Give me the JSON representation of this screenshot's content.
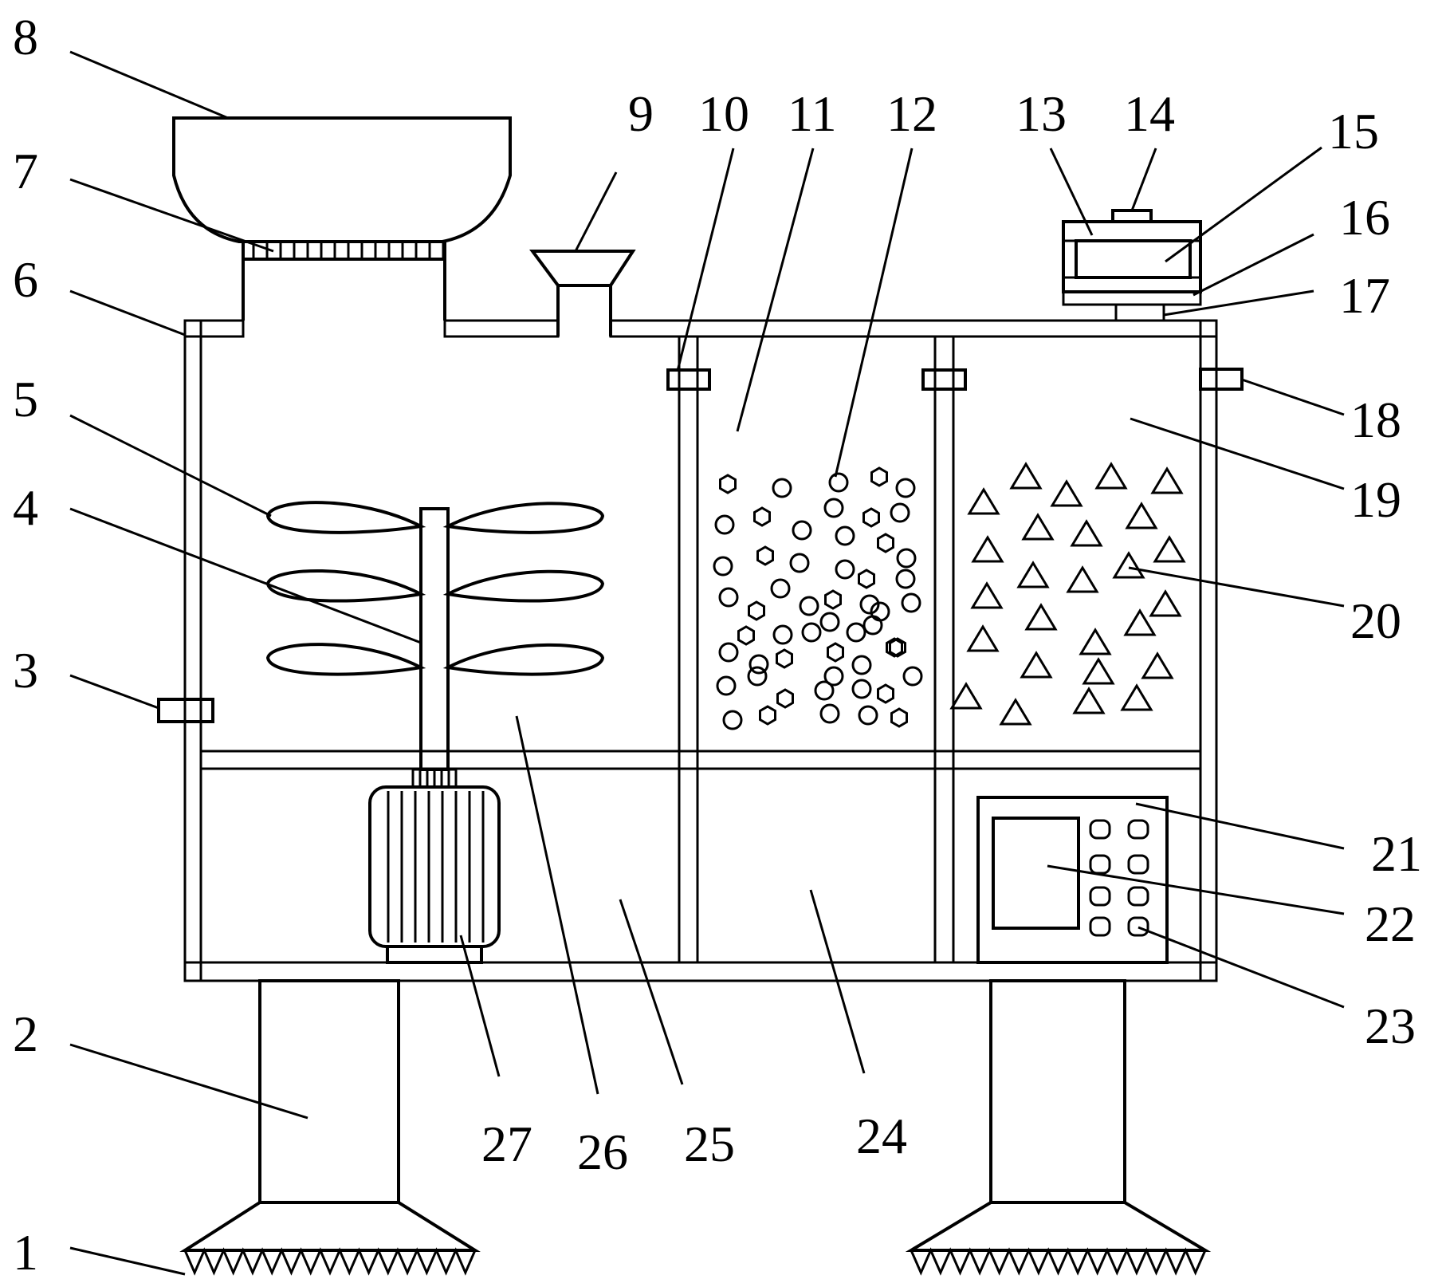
{
  "figure": {
    "description": "",
    "callouts": [
      "1",
      "2",
      "3",
      "4",
      "5",
      "6",
      "7",
      "8",
      "9",
      "10",
      "11",
      "12",
      "13",
      "14",
      "15",
      "16",
      "17",
      "18",
      "19",
      "20",
      "21",
      "22",
      "23",
      "24",
      "25",
      "26",
      "27"
    ]
  }
}
